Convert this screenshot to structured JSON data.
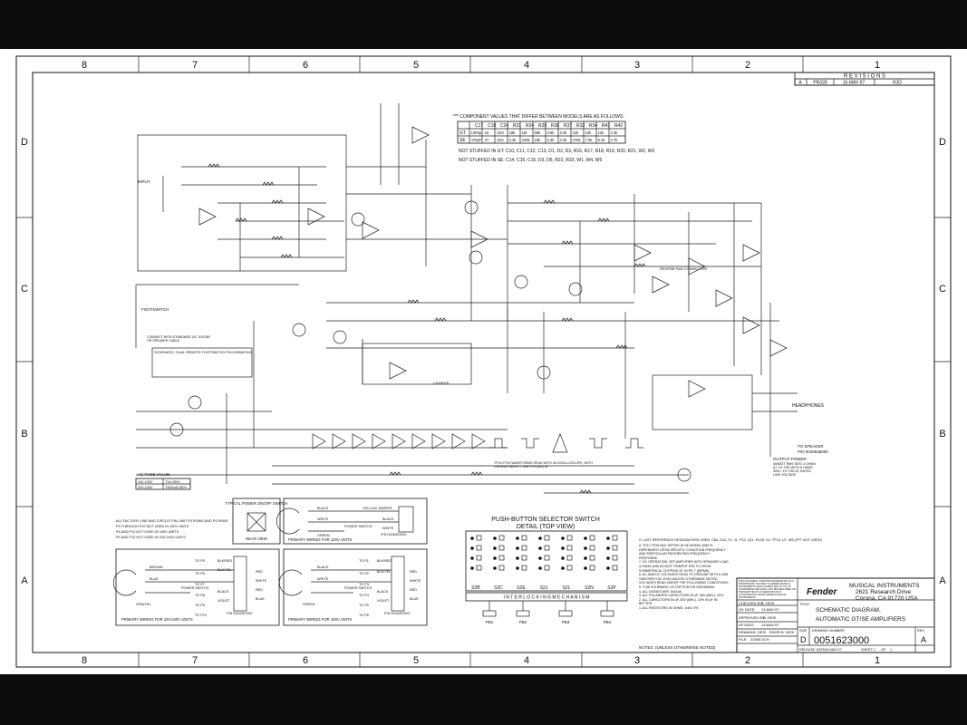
{
  "border": {
    "columns_top": [
      "8",
      "7",
      "6",
      "5",
      "4",
      "3",
      "2",
      "1"
    ],
    "columns_bottom": [
      "8",
      "7",
      "6",
      "5",
      "4",
      "3",
      "2",
      "1"
    ],
    "rows_left": [
      "D",
      "C",
      "B",
      "A"
    ],
    "rows_right": [
      "D",
      "C",
      "B",
      "A"
    ]
  },
  "revisions": {
    "title": "R E V I S I O N S",
    "row": {
      "rev": "A",
      "ecn": "PR328",
      "date": "16-MAY-97",
      "by": "RJD"
    }
  },
  "component_values": {
    "heading": "*** COMPONENT VALUES THAT DIFFER BETWEEN MODELS ARE AS FOLLOWS:",
    "columns": [
      "C17",
      "C18",
      "C24",
      "R31",
      "R34",
      "R35",
      "R36",
      "R37",
      "R33",
      "R34",
      "R41",
      "R42"
    ],
    "rows": [
      {
        "model": "GT",
        "values": [
          "1000p",
          ".15",
          ".033",
          "18k",
          "1M",
          "68k",
          "3.6k",
          "3.3k",
          "22k",
          "12k",
          "12k",
          "3.3k"
        ]
      },
      {
        "model": "SE",
        "values": [
          "470pF",
          ".47",
          ".022",
          "3.3k",
          "220k",
          "10k",
          "3.3k",
          "3.3k",
          "470k",
          "7.5k",
          "9.1k",
          "4.7k"
        ]
      }
    ],
    "not_stuffed_gt": "NOT STUFFED IN GT:  C10, C11, C12, C13, D1, D2, D3, R16, R17, R18, R19, R20, R21, W2, W3",
    "not_stuffed_se": "NOT STUFFED IN SE:  C14, C15, C16, D3, D6, R22, R23, W1, W4, W5"
  },
  "schematic_labels": {
    "input": "INPUT",
    "headphones": "HEADPHONES",
    "speaker": "TO SPEAKER",
    "speaker_pn": "P/N 0026636000",
    "output_power": "OUTPUT POWER:",
    "output_power_note": "40WATT RMS INTO 4 OHMS AT 1% THD WITH 8 OHMS 30W / 1% THD AT RATED LINE VOLTAGE",
    "footswitch": "FOOTSWITCH",
    "connect_note": "CONNECT WITH STANDARD 1/4\" GUITAR OR SPEAKER CABLE",
    "dual_footswitch": "SCHEMATIC: DUAL REMOTE FOOTSWITCH P/N 0039487000",
    "waveform_note": "TP10-TP19 WAVEFORMS READ WITH 4k OSCILLOSCOPE, WITH CHORUS SELECT SWITCH (SW) IN",
    "fuse_value": "AC FUSE VALUE:",
    "fuse_table": [
      [
        "100-120V",
        "T1A 250V"
      ],
      [
        "220-240V",
        "T500mA 250V"
      ]
    ],
    "factory_notes": [
      "ALL FACTORY LINE AND CIRCUIT PIN LIMIT P3 ROWS AND P4 R0WS",
      "P3 THROUGH P10 NOT USED IN 100V UNITS",
      "P4 AND P10 NOT USED IN 100V UNITS",
      "P4 AND P10 NOT USED IN 220-240V UNITS"
    ],
    "reverb_pan": "REVERB PAN CONNECTOR",
    "chorus_knob": "CHORUS"
  },
  "power_diagrams": {
    "rear_view": {
      "title": "TYPICAL POWER ON/OFF SWITCH",
      "caption": "REAR VIEW"
    },
    "wiring_120": {
      "caption": "PRIMARY WIRING FOR 120V UNITS",
      "pn": "P/N 0026391000",
      "wires": [
        "BLACK",
        "WHITE",
        "GREEN",
        "YELLOW JUMPER",
        "BLACK",
        "WHITE"
      ],
      "switch": "POWER SWITCH"
    },
    "wiring_230": {
      "caption": "PRIMARY WIRING FOR 220-240V UNITS",
      "pn": "P/N 0044397000",
      "wires": [
        "BROWN",
        "BLUE",
        "GRN/YEL",
        "BLK/RED",
        "BLK/YEL",
        "BLACK",
        "VIOLET",
        "RED",
        "WHITE",
        "RED",
        "BLUE"
      ],
      "switch": "POWER SWITCH",
      "taps": [
        "TO P5",
        "TO P6",
        "TO P7",
        "TO P8",
        "TO P9",
        "TO P10"
      ]
    },
    "wiring_100": {
      "caption": "PRIMARY WIRING FOR 100V UNITS",
      "pn": "P/N 0044397000",
      "wires": [
        "BLACK",
        "WHITE",
        "GREEN",
        "BLK/RED",
        "BLK/YEL",
        "BLACK",
        "VIOLET",
        "RED",
        "WHITE",
        "RED",
        "BLUE"
      ],
      "switch": "POWER SWITCH",
      "taps": [
        "TO P1",
        "TO P2",
        "TO P3",
        "TO P4",
        "TO P5",
        "TO P6"
      ]
    }
  },
  "push_button": {
    "title": "PUSH-BUTTON SELECTOR SWITCH",
    "subtitle": "DETAIL (TOP VIEW)",
    "columns": [
      "S2B",
      "S2C",
      "S2E",
      "S2J",
      "S2L",
      "S2N",
      "S2P"
    ],
    "mechanism": "I N T E R L O C K I N G   M E C H A N I S M",
    "buttons": [
      "PB1",
      "PB2",
      "PB3",
      "PB4"
    ]
  },
  "notes": [
    "9. LAST REFERENCE DESIGNATORS USED: C84, D12, F1, J1, P10, Q11, R126, S4, TP16, U7, W5  (TP7 NOT USED)",
    "8. TP17-TP26 MAY DIFFER IN SE MODEL AND IS DEPENDENT UPON SPECIFIC CONDITION FREQUENCY AND PARTICULAR REVERB PAN FREQUENCY RESPONSE.",
    "7. DC OPERATION: SET AMPLIFIER WITH SPEAKER LOAD 4 OHMS AND ADJUST TRIMPOT R35 TO SHOW SYMMETRICAL CLIPPING AT 40 PK-7 (DIPMS).",
    "6. AC AND DC VOLTAGES READ TO GROUND WITH A 10M OHM INPUT AC DVM UNLESS OTHERWISE NOTED. VOLTAGES READ UNDER THE FOLLOWING CONDITIONS:",
    "5. THIS SCHEMATIC IS FOR PCB P/N 0040363000",
    "4. ALL DIODES ARE 1N4148.",
    "3. ALL POLARIZED CAPACITORS IN uF, 50V (MIN.), 20%",
    "2. ALL CAPACITORS IN uF, 50V (MIN.), 10% IN pF IN BETTER.",
    "1. ALL RESISTORS IN OHMS, 1/4W, 5%",
    "NOTES: (UNLESS OTHERWISE NOTED)"
  ],
  "title_block": {
    "confidential": "THIS DOCUMENT CONTAINS INFORMATION OF A PROPRIETARY NATURE TO FENDER MUSICAL INSTRUMENTS AND IS SUBMITTED TO YOU IN CONFIDENCE AND SHALL NOT BE DISCLOSED OR TRANSMITTED TO OTHERS WITHOUT AUTHORIZATION FROM FENDER MUSICAL INSTRUMENTS.",
    "company": "MUSICAL INSTRUMENTS",
    "address1": "2621 Research Drive",
    "address2": "Corona, CA  91720 USA",
    "checked_by_label": "CHECKED BY:",
    "checked_by": "B. DESI",
    "ok_date_label": "OK DATE:",
    "ok_date": "13-MAY-97",
    "approved_by_label": "APPROVED BY:",
    "approved_by": "B. DESI",
    "ap_date_label": "AP DATE:",
    "ap_date": "13-MAY-97",
    "drawn_by_label": "DRAWN:",
    "drawn_by": "B. DESI",
    "eng_label": "ENGR:",
    "eng": "B. DESI",
    "file_label": "FILE:",
    "file": "23395.SCH",
    "title_label": "TITLE:",
    "title_line1": "SCHEMATIC DIAGRAM,",
    "title_line2": "AUTOMATIC GT/SE AMPLIFIERS",
    "size_label": "SIZE",
    "size": "D",
    "dwg_label": "DRAWING NUMBER",
    "dwg": "0051623000",
    "rev_label": "REV.",
    "rev": "A",
    "release_label": "RELEASE DATE:",
    "release": "16-MAY-97",
    "sheet_label": "SHEET:",
    "sheet": "1",
    "of_label": "OF",
    "of": "1"
  }
}
